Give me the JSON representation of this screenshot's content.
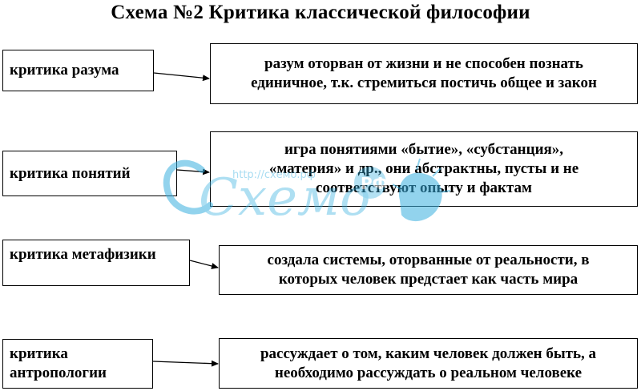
{
  "title": "Схема №2 Критика классической философии",
  "rows": [
    {
      "label_lines": [
        "критика разума"
      ],
      "description_lines": [
        "разум оторван от жизни и не способен познать",
        "единичное, т.к. стремиться постичь общее и закон"
      ]
    },
    {
      "label_lines": [
        "критика понятий"
      ],
      "description_lines": [
        "игра  понятиями «бытие», «субстанция»,",
        "«материя» и др., они  абстрактны, пусты и не",
        "соответствуют опыту и фактам"
      ]
    },
    {
      "label_lines": [
        "критика метафизики"
      ],
      "description_lines": [
        "создала системы, оторванные от реальности, в",
        "которых человек предстает как часть мира"
      ]
    },
    {
      "label_lines": [
        "критика",
        "антропологии"
      ],
      "description_lines": [
        "рассуждает о том, каким человек должен быть, а",
        "необходимо рассуждать о реальном человеке"
      ]
    }
  ],
  "watermark": {
    "logo_text": "Схемо",
    "logo_badge": "РФ",
    "url_text": "http://схемо.рф",
    "color": "#3ab0e0"
  }
}
